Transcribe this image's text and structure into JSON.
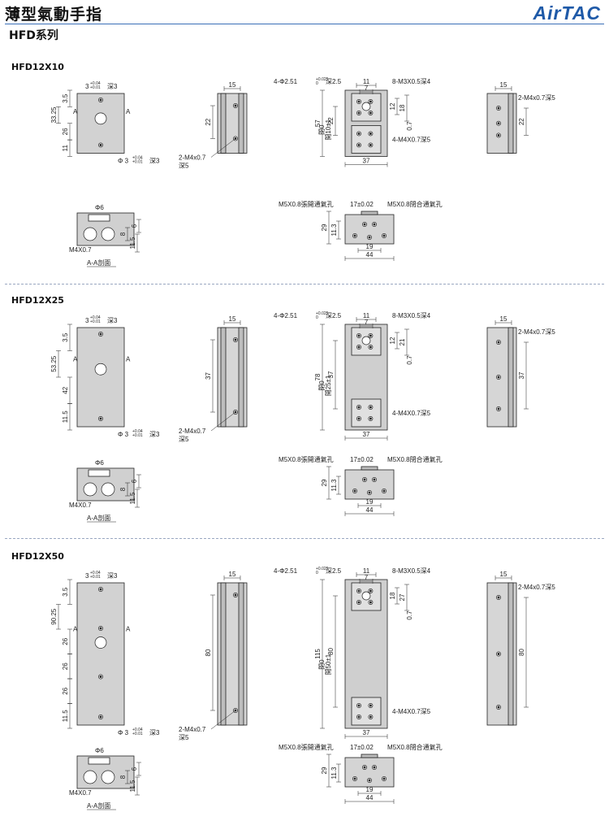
{
  "header": {
    "title": "薄型氣動手指",
    "series": "HFD系列",
    "brand": "AirTAC"
  },
  "colors": {
    "accent": "#1f5aa8",
    "body": "#c8c8c8",
    "line": "#222222"
  },
  "models": [
    {
      "name": "HFD12X10",
      "front": {
        "dims": [
          "3.5",
          "33.25",
          "26",
          "11"
        ],
        "hole": "3",
        "hole_tol_top": "+0.04",
        "hole_tol_bot": "+0.01",
        "hole_depth": "深3",
        "phi_prefix": "Φ",
        "section_mark": "A"
      },
      "side": {
        "width": "15",
        "height": "22",
        "tap": "2-M4x0.7",
        "depth": "深5"
      },
      "top": {
        "pins": "4-Φ2.51",
        "pins_tol_top": "+0.025",
        "pins_tol_bot": "0",
        "pins_depth": "深2.5",
        "tap1": "8-M3X0.5深4",
        "tap2": "4-M4X0.7深5",
        "w1": "11",
        "w2": "7",
        "h1": "12",
        "h2": "18",
        "h3": "0.7",
        "len": "57",
        "inner": "22",
        "open": "開10±1",
        "close": "閉0",
        "close_tol": "+0.1/-0",
        "width": "37"
      },
      "end": {
        "width": "15",
        "height": "22",
        "tap": "2-M4x0.7深5"
      },
      "section": {
        "phi": "Φ6",
        "screw": "M4X0.7",
        "h1": "6",
        "h2": "8",
        "h3": "11.5",
        "label": "A-A剖面"
      },
      "bottom": {
        "port_open": "M5X0.8張開通氣孔",
        "port_close": "M5X0.8閉合通氣孔",
        "pitch": "17±0.02",
        "h1": "29",
        "h2": "11.3",
        "w1": "19",
        "w2": "44"
      }
    },
    {
      "name": "HFD12X25",
      "front": {
        "dims": [
          "3.5",
          "53.25",
          "42",
          "11.5"
        ],
        "hole": "3",
        "hole_tol_top": "+0.04",
        "hole_tol_bot": "+0.01",
        "hole_depth": "深3",
        "phi_prefix": "Φ",
        "section_mark": "A"
      },
      "side": {
        "width": "15",
        "height": "37",
        "tap": "2-M4x0.7",
        "depth": "深5"
      },
      "top": {
        "pins": "4-Φ2.51",
        "pins_tol_top": "+0.025",
        "pins_tol_bot": "0",
        "pins_depth": "深2.5",
        "tap1": "8-M3X0.5深4",
        "tap2": "4-M4X0.7深5",
        "w1": "11",
        "w2": "7",
        "h1": "12",
        "h2": "21",
        "h3": "0.7",
        "len": "78",
        "inner": "37",
        "open": "開25±1",
        "close": "閉0",
        "close_tol": "+0.1/-0",
        "width": "37"
      },
      "end": {
        "width": "15",
        "height": "37",
        "tap": "2-M4x0.7深5"
      },
      "section": {
        "phi": "Φ6",
        "screw": "M4X0.7",
        "h1": "6",
        "h2": "8",
        "h3": "11.5",
        "label": "A-A剖面"
      },
      "bottom": {
        "port_open": "M5X0.8張開通氣孔",
        "port_close": "M5X0.8閉合通氣孔",
        "pitch": "17±0.02",
        "h1": "29",
        "h2": "11.3",
        "w1": "19",
        "w2": "44"
      }
    },
    {
      "name": "HFD12X50",
      "front": {
        "dims": [
          "3.5",
          "90.25",
          "26",
          "26",
          "26",
          "11.5"
        ],
        "hole": "3",
        "hole_tol_top": "+0.04",
        "hole_tol_bot": "+0.01",
        "hole_depth": "深3",
        "phi_prefix": "Φ",
        "section_mark": "A"
      },
      "side": {
        "width": "15",
        "height": "80",
        "tap": "2-M4x0.7",
        "depth": "深5"
      },
      "top": {
        "pins": "4-Φ2.51",
        "pins_tol_top": "+0.025",
        "pins_tol_bot": "0",
        "pins_depth": "深2.5",
        "tap1": "8-M3X0.5深4",
        "tap2": "4-M4X0.7深5",
        "w1": "11",
        "w2": "7",
        "h1": "18",
        "h2": "27",
        "h3": "0.7",
        "len": "115",
        "inner": "80",
        "open": "開50±1",
        "close": "閉0",
        "close_tol": "+0.1/-0",
        "width": "37"
      },
      "end": {
        "width": "15",
        "height": "80",
        "tap": "2-M4x0.7深5"
      },
      "section": {
        "phi": "Φ6",
        "screw": "M4X0.7",
        "h1": "6",
        "h2": "8",
        "h3": "11.5",
        "label": "A-A剖面"
      },
      "bottom": {
        "port_open": "M5X0.8張開通氣孔",
        "port_close": "M5X0.8閉合通氣孔",
        "pitch": "17±0.02",
        "h1": "29",
        "h2": "11.3",
        "w1": "19",
        "w2": "44"
      }
    }
  ]
}
